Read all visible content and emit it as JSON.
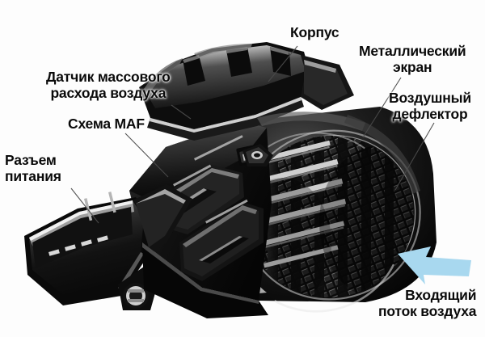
{
  "figure": {
    "kind": "annotated-photo-diagram",
    "subject": "Датчик массового расхода воздуха (MAF)",
    "background_color": "#fdfdfd",
    "label_color": "#0a0a0a",
    "leader_line_color": "#4a4a4a",
    "arrow_color": "#a8d8ef",
    "arrow_direction": "up-left"
  },
  "labels": {
    "maf_sensor": "Датчик массового\nрасхода воздуха",
    "maf_scheme": "Схема MAF",
    "power_connector": "Разъем\nпитания",
    "housing": "Корпус",
    "metal_screen": "Металлический\nэкран",
    "air_deflector": "Воздушный\nдефлектор",
    "incoming_air_flow": "Входящий\nпоток воздуха"
  },
  "parts": [
    {
      "id": "maf-sensor",
      "label": "Датчик массового расхода воздуха",
      "side": "left"
    },
    {
      "id": "maf-scheme",
      "label": "Схема MAF",
      "side": "left"
    },
    {
      "id": "power-connector",
      "label": "Разъем питания",
      "side": "left"
    },
    {
      "id": "housing",
      "label": "Корпус",
      "side": "top"
    },
    {
      "id": "metal-screen",
      "label": "Металлический экран",
      "side": "right"
    },
    {
      "id": "air-deflector",
      "label": "Воздушный дефлектор",
      "side": "right"
    },
    {
      "id": "air-flow",
      "label": "Входящий поток воздуха",
      "side": "bottom-right"
    }
  ]
}
